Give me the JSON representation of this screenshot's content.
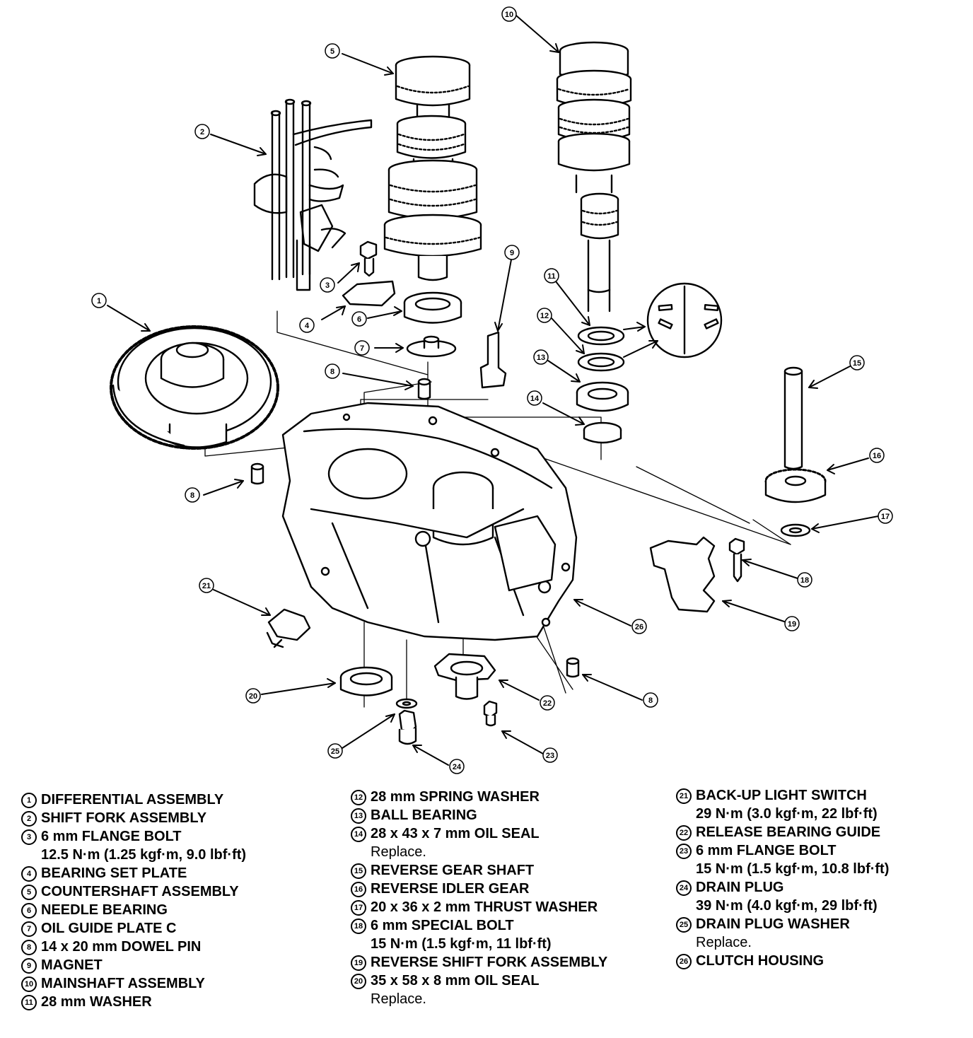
{
  "callout_numbers": [
    "1",
    "2",
    "3",
    "4",
    "5",
    "6",
    "7",
    "8",
    "9",
    "10",
    "11",
    "12",
    "13",
    "14",
    "15",
    "16",
    "17",
    "18",
    "19",
    "20",
    "21",
    "22",
    "23",
    "24",
    "25",
    "26"
  ],
  "legend": [
    {
      "num": "1",
      "name": "DIFFERENTIAL ASSEMBLY",
      "detail": "",
      "plain": ""
    },
    {
      "num": "2",
      "name": "SHIFT FORK ASSEMBLY",
      "detail": "",
      "plain": ""
    },
    {
      "num": "3",
      "name": "6 mm FLANGE BOLT",
      "detail": "12.5 N·m (1.25 kgf·m, 9.0 lbf·ft)",
      "plain": ""
    },
    {
      "num": "4",
      "name": "BEARING SET PLATE",
      "detail": "",
      "plain": ""
    },
    {
      "num": "5",
      "name": "COUNTERSHAFT ASSEMBLY",
      "detail": "",
      "plain": ""
    },
    {
      "num": "6",
      "name": "NEEDLE BEARING",
      "detail": "",
      "plain": ""
    },
    {
      "num": "7",
      "name": "OIL GUIDE PLATE C",
      "detail": "",
      "plain": ""
    },
    {
      "num": "8",
      "name": "14 x 20 mm DOWEL PIN",
      "detail": "",
      "plain": ""
    },
    {
      "num": "9",
      "name": "MAGNET",
      "detail": "",
      "plain": ""
    },
    {
      "num": "10",
      "name": "MAINSHAFT ASSEMBLY",
      "detail": "",
      "plain": ""
    },
    {
      "num": "11",
      "name": "28 mm WASHER",
      "detail": "",
      "plain": ""
    },
    {
      "num": "12",
      "name": "28 mm SPRING WASHER",
      "detail": "",
      "plain": ""
    },
    {
      "num": "13",
      "name": "BALL BEARING",
      "detail": "",
      "plain": ""
    },
    {
      "num": "14",
      "name": "28 x 43 x 7 mm OIL SEAL",
      "detail": "",
      "plain": "Replace."
    },
    {
      "num": "15",
      "name": "REVERSE GEAR SHAFT",
      "detail": "",
      "plain": ""
    },
    {
      "num": "16",
      "name": "REVERSE IDLER GEAR",
      "detail": "",
      "plain": ""
    },
    {
      "num": "17",
      "name": "20 x 36 x 2 mm THRUST WASHER",
      "detail": "",
      "plain": ""
    },
    {
      "num": "18",
      "name": "6 mm SPECIAL BOLT",
      "detail": "15 N·m (1.5 kgf·m, 11 lbf·ft)",
      "plain": ""
    },
    {
      "num": "19",
      "name": "REVERSE SHIFT FORK ASSEMBLY",
      "detail": "",
      "plain": ""
    },
    {
      "num": "20",
      "name": "35 x 58 x 8 mm OIL SEAL",
      "detail": "",
      "plain": "Replace."
    },
    {
      "num": "21",
      "name": "BACK-UP LIGHT SWITCH",
      "detail": "29 N·m (3.0 kgf·m, 22 lbf·ft)",
      "plain": ""
    },
    {
      "num": "22",
      "name": "RELEASE BEARING GUIDE",
      "detail": "",
      "plain": ""
    },
    {
      "num": "23",
      "name": "6 mm FLANGE BOLT",
      "detail": "15 N·m (1.5 kgf·m, 10.8 lbf·ft)",
      "plain": ""
    },
    {
      "num": "24",
      "name": "DRAIN PLUG",
      "detail": "39 N·m (4.0 kgf·m, 29 lbf·ft)",
      "plain": ""
    },
    {
      "num": "25",
      "name": "DRAIN PLUG WASHER",
      "detail": "",
      "plain": "Replace."
    },
    {
      "num": "26",
      "name": "CLUTCH HOUSING",
      "detail": "",
      "plain": ""
    }
  ]
}
